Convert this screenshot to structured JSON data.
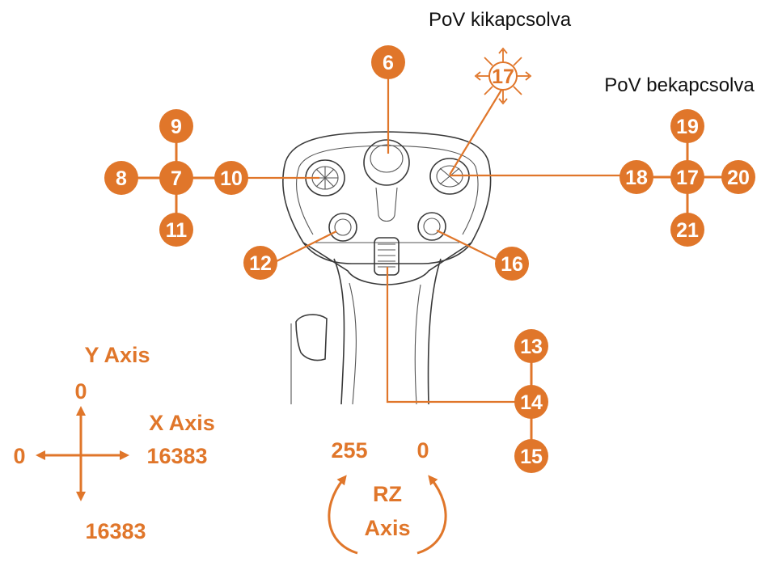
{
  "accent_color": "#e0762a",
  "pov_off_label": "PoV kikapcsolva",
  "pov_on_label": "PoV bekapcsolva",
  "buttons": {
    "b6": "6",
    "b7": "7",
    "b8": "8",
    "b9": "9",
    "b10": "10",
    "b11": "11",
    "b12": "12",
    "b13": "13",
    "b14": "14",
    "b15": "15",
    "b16": "16",
    "b17_off": "17",
    "b17_on": "17",
    "b18": "18",
    "b19": "19",
    "b20": "20",
    "b21": "21"
  },
  "y_axis": {
    "label": "Y Axis",
    "min": "0",
    "max": "16383"
  },
  "x_axis": {
    "label": "X Axis",
    "min": "0",
    "max": "16383"
  },
  "rz_axis": {
    "label_line1": "RZ",
    "label_line2": "Axis",
    "left_value": "255",
    "right_value": "0"
  }
}
